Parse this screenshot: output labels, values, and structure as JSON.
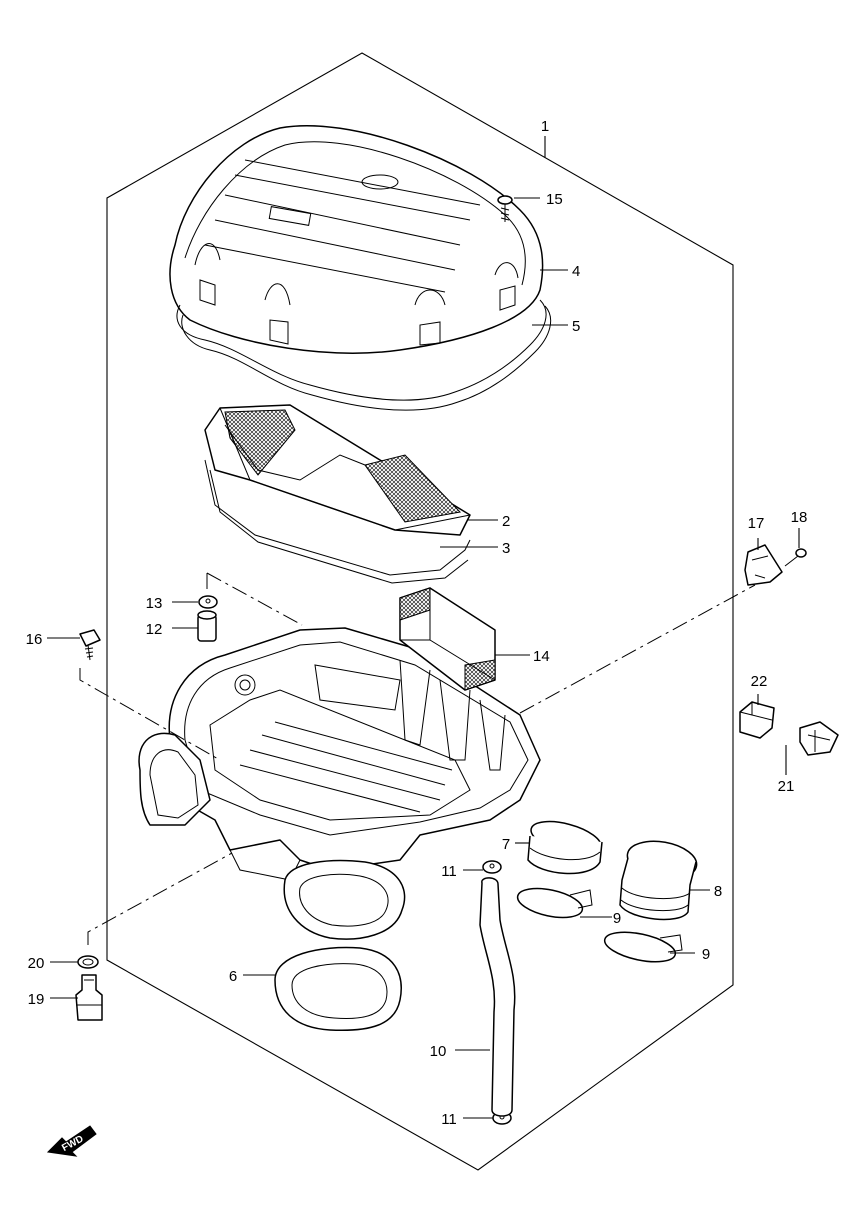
{
  "labels": {
    "p1": "1",
    "p2": "2",
    "p3": "3",
    "p4": "4",
    "p5": "5",
    "p6": "6",
    "p7": "7",
    "p8": "8",
    "p9a": "9",
    "p9b": "9",
    "p10": "10",
    "p11a": "11",
    "p11b": "11",
    "p12": "12",
    "p13": "13",
    "p14": "14",
    "p15": "15",
    "p16": "16",
    "p17": "17",
    "p18": "18",
    "p19": "19",
    "p20": "20",
    "p21": "21",
    "p22": "22"
  },
  "fwd_arrow": {
    "text": "FWD"
  }
}
